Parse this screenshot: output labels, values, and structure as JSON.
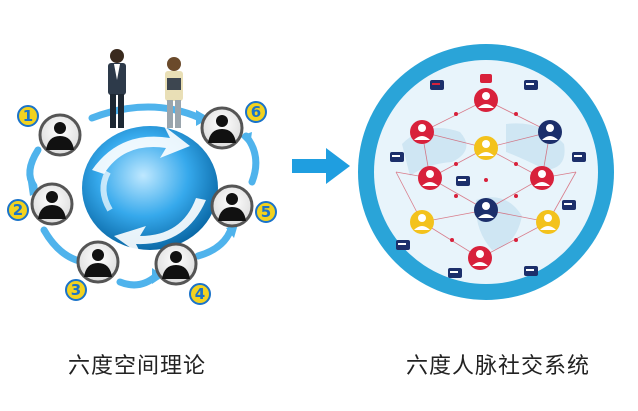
{
  "left": {
    "caption": "六度空间理论",
    "numbers": [
      "1",
      "2",
      "3",
      "4",
      "5",
      "6"
    ],
    "nodes": [
      "person-1",
      "person-2",
      "person-3",
      "person-4",
      "person-5",
      "person-6"
    ]
  },
  "right": {
    "caption": "六度人脉社交系统"
  },
  "arrow": {
    "icon": "right-arrow-icon",
    "color": "#1f9ee0"
  },
  "colors": {
    "blue": "#1f9ee0",
    "darkBlue": "#0b6aa8",
    "networkBg": "#e8f4fb",
    "ring": "#2aa4d8",
    "node": "#d8213b"
  }
}
